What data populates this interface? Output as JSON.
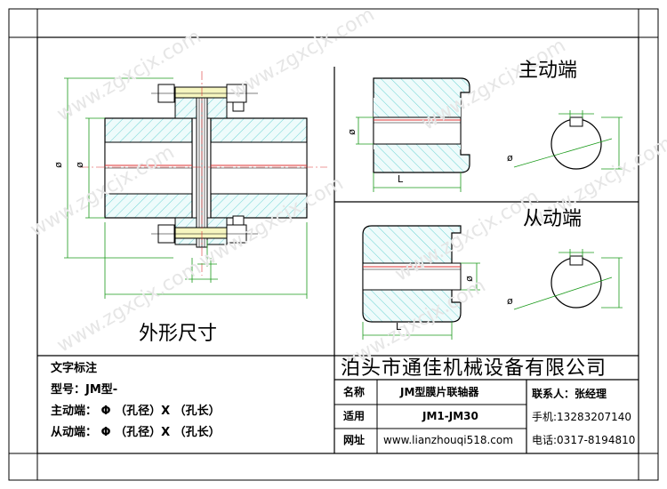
{
  "watermark": "www.zgxcjx.com",
  "views": {
    "drive_end_title": "主动端",
    "driven_end_title": "从动端",
    "outline_title": "外形尺寸"
  },
  "dims": {
    "phi": "ø",
    "length": "L"
  },
  "annotation": {
    "heading": "文字标注",
    "model_line": "型号：JM型-",
    "drive_line": "主动端：  Φ      （孔径）X          （孔长）",
    "driven_line": "从动端：  Φ      （孔径）X          （孔长）"
  },
  "title_block": {
    "company": "泊头市通佳机械设备有限公司",
    "rows": [
      {
        "label": "名称",
        "value": "JM型膜片联轴器"
      },
      {
        "label": "适用",
        "value": "JM1-JM30"
      },
      {
        "label": "网址",
        "value": "www.lianzhouqi518.com"
      }
    ],
    "contact": "联系人：张经理",
    "phone": "手机:13283207140",
    "tel": "电话:0317-8194810"
  }
}
